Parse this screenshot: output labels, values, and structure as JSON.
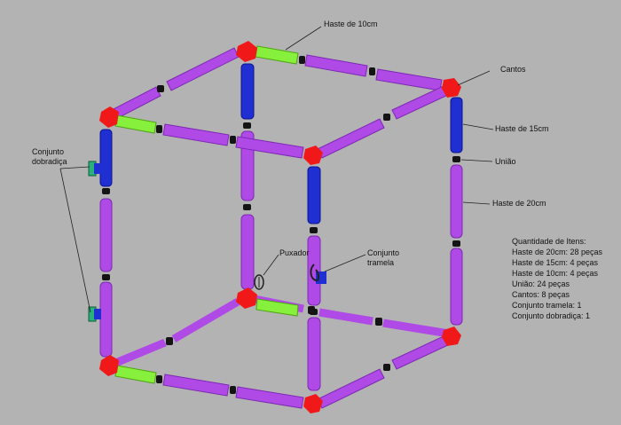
{
  "colors": {
    "background": "#b3b3b3",
    "rod_20cm": "#b04ae6",
    "rod_20cm_dark": "#7d28b4",
    "rod_15cm": "#1f2fd2",
    "rod_15cm_dark": "#0c148c",
    "rod_10cm": "#86f03c",
    "rod_10cm_dark": "#4ea412",
    "corner": "#f01818",
    "joint": "#141414"
  },
  "labels": {
    "haste_10": "Haste de 10cm",
    "cantos": "Cantos",
    "haste_15": "Haste de 15cm",
    "uniao": "União",
    "haste_20": "Haste de 20cm",
    "puxador": "Puxador",
    "tramela_line1": "Conjunto",
    "tramela_line2": "tramela",
    "dobradica_line1": "Conjunto",
    "dobradica_line2": "dobradiça"
  },
  "quantities": {
    "title": "Quantidade de Itens:",
    "items": [
      "Haste de 20cm: 28 peças",
      "Haste de 15cm: 4 peças",
      "Haste de 10cm: 4 peças",
      "União: 24 peças",
      "Cantos: 8 peças",
      "Conjunto tramela: 1",
      "Conjunto dobradiça: 1"
    ]
  }
}
